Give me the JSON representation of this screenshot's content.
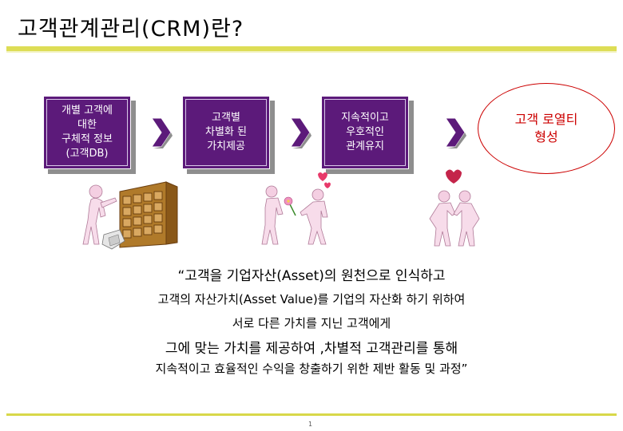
{
  "slide": {
    "title": "고객관계관리(CRM)란?",
    "page_number": "1"
  },
  "process": {
    "steps": [
      {
        "label": "개별 고객에\n대한\n구체적 정보\n(고객DB)"
      },
      {
        "label": "고객별\n차별화 된\n가치제공"
      },
      {
        "label": "지속적이고\n우호적인\n관계유지"
      }
    ],
    "goal": "고객 로열티\n형성"
  },
  "quote": {
    "line1": "“고객을 기업자산(Asset)의 원천으로 인식하고",
    "line2": "고객의 자산가치(Asset Value)를 기업의 자산화 하기 위하여",
    "line3": "서로 다른 가치를 지닌 고객에게",
    "line4": "그에 맞는 가치를 제공하여 ,차별적 고객관리를 통해",
    "line5": "지속적이고 효율적인 수익을 창출하기 위한 제반 활동 및 과정”"
  },
  "colors": {
    "box_fill": "#5c1a7a",
    "accent_red": "#cc0000",
    "rule_yellow": "#dddd55"
  }
}
